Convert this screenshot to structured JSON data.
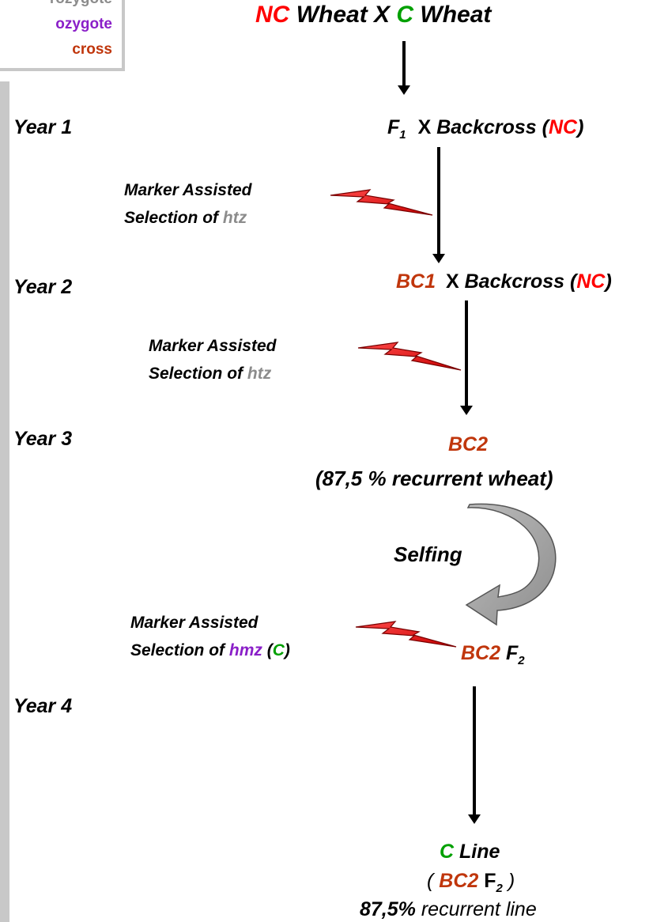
{
  "legend": {
    "line1": "rozygote",
    "line2": "ozygote",
    "line3": "cross"
  },
  "title": {
    "nc": "NC",
    "wheat1": "Wheat X",
    "c": "C",
    "wheat2": "Wheat"
  },
  "years": {
    "y1": "Year 1",
    "y2": "Year 2",
    "y3": "Year 3",
    "y4": "Year 4"
  },
  "step1": {
    "f": "F",
    "sub": "1",
    "x": "X",
    "bc": "Backcross (",
    "nc": "NC",
    "close": ")"
  },
  "mas1": {
    "line1": "Marker Assisted",
    "line2": "Selection of",
    "htz": "htz"
  },
  "step2": {
    "bc1": "BC1",
    "x": "X",
    "bc": "Backcross (",
    "nc": "NC",
    "close": ")"
  },
  "mas2": {
    "line1": "Marker Assisted",
    "line2": "Selection of",
    "htz": "htz"
  },
  "step3": {
    "bc2": "BC2",
    "desc": "(87,5 % recurrent wheat)"
  },
  "selfing": "Selfing",
  "mas3": {
    "line1": "Marker Assisted",
    "line2": "Selection of",
    "hmz": "hmz",
    "open": "(",
    "c": "C",
    "close": ")"
  },
  "step4": {
    "bc2": "BC2",
    "f": "F",
    "sub": "2"
  },
  "final": {
    "c": "C",
    "line": "Line",
    "open": "(",
    "bc2": "BC2",
    "f": "F",
    "sub": "2",
    "close": ")",
    "pct": "87,5%",
    "rest": "recurrent line"
  },
  "colors": {
    "red": "#ff0000",
    "green": "#00a000",
    "orange": "#c0360c",
    "gray": "#8c8c8c",
    "purple": "#8a1fc8",
    "frame": "#c8c8c8"
  }
}
